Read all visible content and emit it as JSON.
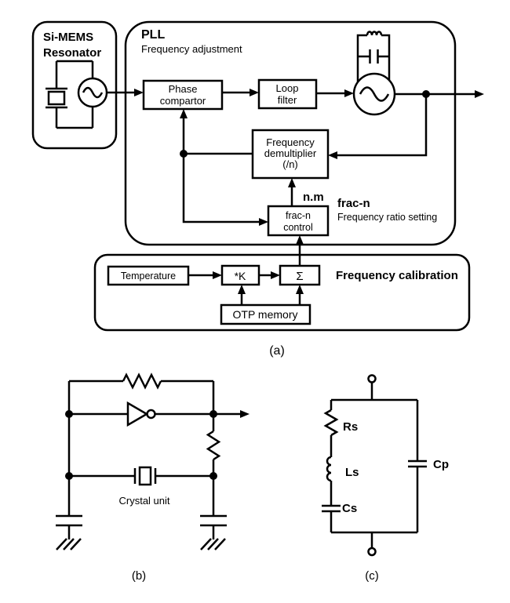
{
  "colors": {
    "ink": "#000000",
    "background": "#ffffff"
  },
  "panel_a": {
    "resonator": {
      "title_line1": "Si-MEMS",
      "title_line2": "Resonator"
    },
    "pll": {
      "title": "PLL",
      "subtitle": "Frequency adjustment"
    },
    "phase_comparator": {
      "line1": "Phase",
      "line2": "compartor"
    },
    "loop_filter": {
      "line1": "Loop",
      "line2": "filter"
    },
    "frequency_demultiplier": {
      "line1": "Frequency",
      "line2": "demultiplier",
      "line3": "(/n)"
    },
    "frac_n_control": {
      "line1": "frac-n",
      "line2": "control"
    },
    "n_m_label": "n.m",
    "frac_n": {
      "title": "frac-n",
      "subtitle": "Frequency ratio setting"
    },
    "calibration": {
      "title": "Frequency calibration",
      "temperature": "Temperature",
      "k_gain": "*K",
      "sigma": "Σ",
      "otp_memory": "OTP memory"
    },
    "caption": "(a)"
  },
  "panel_b": {
    "crystal_label": "Crystal unit",
    "caption": "(b)"
  },
  "panel_c": {
    "rs": "Rs",
    "ls": "Ls",
    "cs": "Cs",
    "cp": "Cp",
    "caption": "(c)"
  }
}
